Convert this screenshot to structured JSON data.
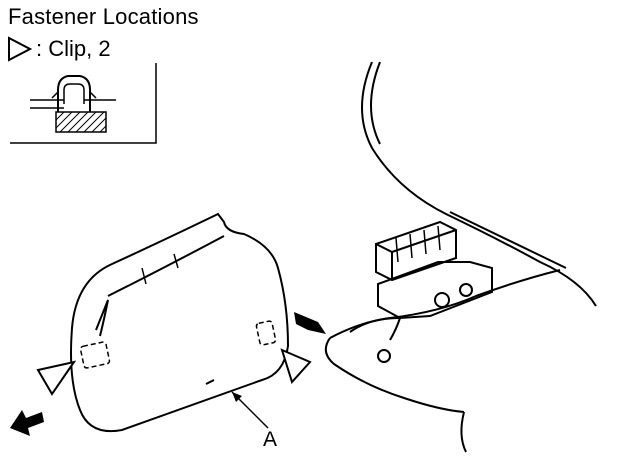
{
  "title": "Fastener Locations",
  "legend": {
    "symbol": "triangle-outline-icon",
    "text": ": Clip, 2"
  },
  "callout_label": "A",
  "colors": {
    "ink": "#000000",
    "background": "#ffffff"
  }
}
